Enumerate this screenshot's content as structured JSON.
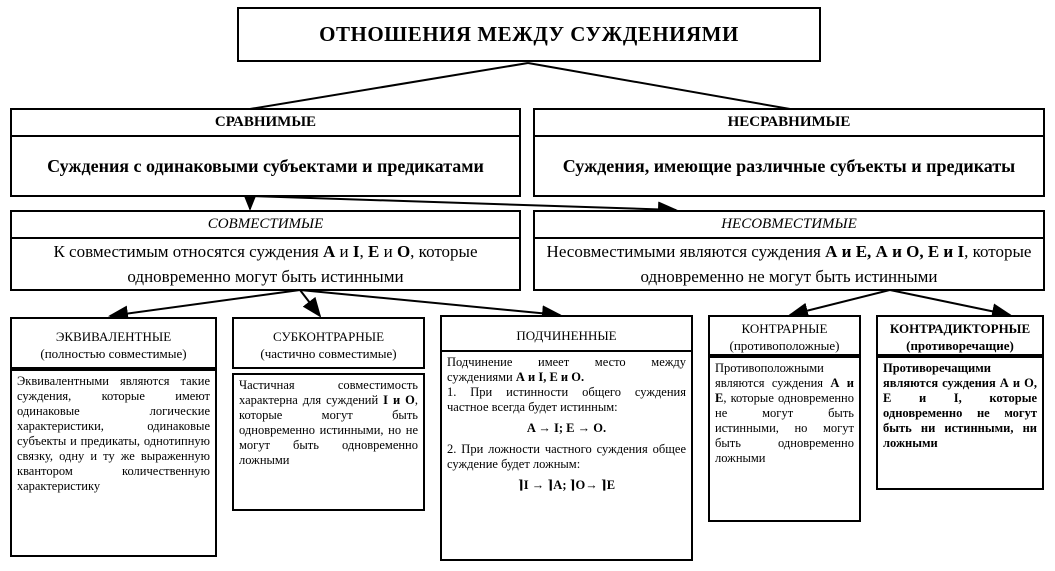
{
  "title": "ОТНОШЕНИЯ МЕЖДУ СУЖДЕНИЯМИ",
  "comparable": {
    "header": "СРАВНИМЫЕ",
    "desc": "Суждения с одинаковыми субъектами и предикатами"
  },
  "incomparable": {
    "header": "НЕСРАВНИМЫЕ",
    "desc": "Суждения, имеющие различные субъекты и предикаты"
  },
  "compatible": {
    "header": "СОВМЕСТИМЫЕ",
    "desc_pre": "К совместимым относятся суждения ",
    "A": "А",
    "and1": " и ",
    "I": "I",
    "comma": ", ",
    "E": "Е",
    "and2": " и ",
    "O": "О",
    "desc_post": ", которые одновременно могут быть истинными"
  },
  "incompatible": {
    "header": "НЕСОВМЕСТИМЫЕ",
    "desc_pre": "Несовместимыми являются суждения ",
    "pair1": "А и Е, А и О,",
    "pair2": "Е и I",
    "desc_post": ", которые одновременно не могут быть истинными"
  },
  "columns": {
    "equivalent": {
      "header": "ЭКВИВАЛЕНТНЫЕ",
      "header2": "(полностью совместимые)",
      "body": "Эквивалентными являются такие суждения, которые имеют одинаковые логические характеристики, одинаковые субъекты и предикаты, однотипную связку, одну и ту же выраженную квантором количественную характеристику"
    },
    "subcontrary": {
      "header": "СУБКОНТРАРНЫЕ",
      "header2": "(частично совместимые)",
      "body_pre": "Частичная совместимость характерна для суждений ",
      "body_bold": "I и О",
      "body_post": ", которые могут быть одновременно истинными, но не могут быть одновременно ложными"
    },
    "subordinate": {
      "header": "ПОДЧИНЕННЫЕ",
      "body1_pre": "Подчинение имеет место между суждениями ",
      "body1_bold": "А и I, Е и О.",
      "body2": "1. При истинности общего суждения частное всегда будет истинным:",
      "formula1": "A → I; E → O.",
      "body3": "2. При ложности частного суждения общее суждение будет ложным:",
      "formula2": "⌉I → ⌉A; ⌉O→ ⌉E"
    },
    "contrary": {
      "header": "КОНТРАРНЫЕ",
      "header2": "(противоположные)",
      "body_pre": "Противоположными являются суждения ",
      "body_bold": "А и Е",
      "body_post": ", которые одновременно не могут быть истинными, но могут быть одновременно ложными"
    },
    "contradictory": {
      "header": "КОНТРАДИКТОРНЫЕ",
      "header2": "(противоречащие)",
      "body": "Противоречащими являются суждения А и О, Е и I, которые одновременно не могут быть ни истинными, ни ложными"
    }
  }
}
